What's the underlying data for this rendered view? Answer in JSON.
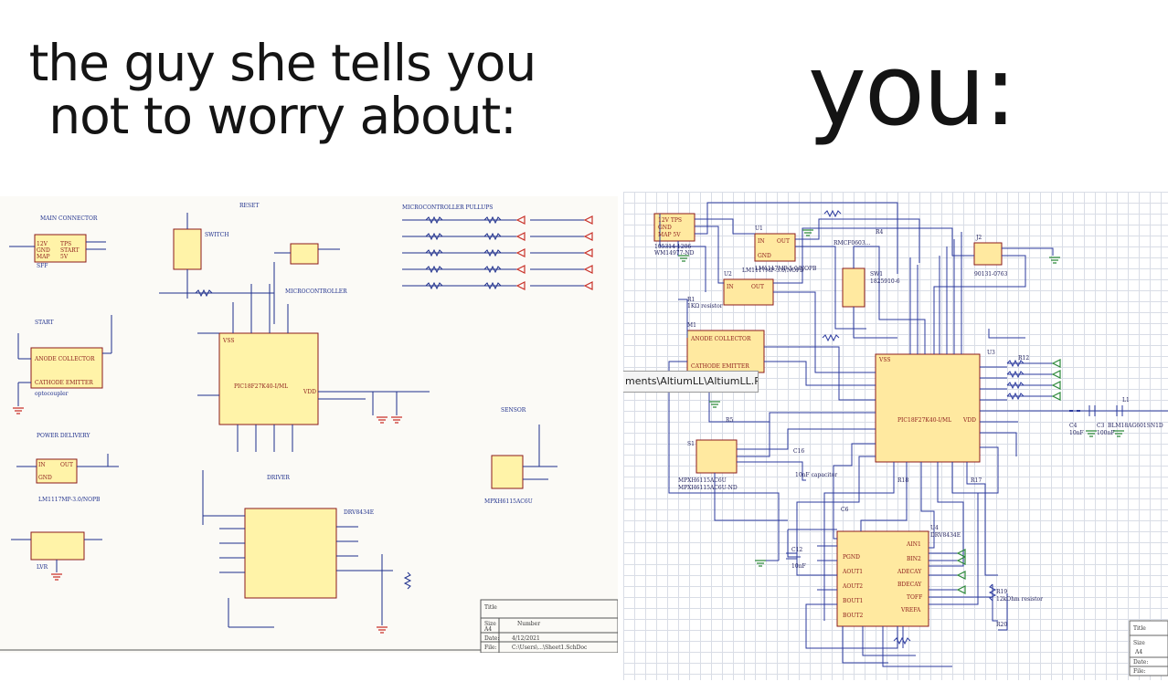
{
  "captions": {
    "left": "the guy she tells you not to worry about:",
    "right": "you:"
  },
  "left_schematic": {
    "labels": {
      "reset": "RESET",
      "mcu_pullups": "MICROCONTROLLER PULLUPS",
      "main_connector": "MAIN CONNECTOR",
      "microcontroller": "MICROCONTROLLER",
      "start": "START",
      "anode_collector": "ANODE  COLLECTOR",
      "cathode_emitter": "CATHODE  EMITTER",
      "optocoupler": "optocoupler",
      "power_delivery": "POWER DELIVERY",
      "regulator_part": "LM1117MP-3.0/NOPB",
      "ldo": "LVR",
      "sensor": "SENSOR",
      "sensor_part": "MPXH6115AC6U",
      "driver": "DRIVER",
      "mcu_part": "PIC18F27K40-I/ML",
      "driver_part": "DRV8434E",
      "switch": "SWITCH",
      "sf": "SFF",
      "conn_12v": "12V",
      "conn_gnd": "GND",
      "conn_map": "MAP",
      "conn_tps": "TPS",
      "conn_start": "START",
      "conn_5v": "5V",
      "vss": "VSS",
      "vdd": "VDD",
      "in": "IN",
      "out": "OUT",
      "gnd": "GND",
      "tb_title": "Title",
      "tb_size": "Size",
      "tb_a4": "A4",
      "tb_number": "Number",
      "tb_date": "Date:",
      "tb_date_val": "4/12/2021",
      "tb_file": "File:",
      "tb_file_val": "C:\\Users\\...\\Sheet1.SchDoc"
    }
  },
  "right_schematic": {
    "labels": {
      "j1_title": "12V TPS",
      "j1_gnd": "GND",
      "j1_map": "MAP  5V",
      "j1_part": "105314-1206",
      "j1_part2": "WM14977-ND",
      "u1": "U1",
      "u2": "U2",
      "in": "IN",
      "out": "OUT",
      "gnd": "GND",
      "u1_part": "LM1117MP-5.0/NOPB",
      "u2_part": "LM1117MP-3.0/NOPB",
      "r4": "R4",
      "r4_part": "RMCF0603...",
      "sw1": "SW1",
      "sw1_part": "1825910-6",
      "j2": "J2",
      "j2_part": "90131-0763",
      "r1": "R1",
      "r1_part": "1KΩ resistor",
      "m1": "M1",
      "anode_collector": "ANODE  COLLECTOR",
      "cathode_emitter": "CATHODE  EMITTER",
      "u3": "U3",
      "vss": "VSS",
      "vdd": "VDD",
      "mcu_part": "PIC18F27K40-I/ML",
      "r5": "R5",
      "s1": "S1",
      "sensor_part": "MPXH6115AC6U",
      "sensor_part2": "MPXH6115AC6U-ND",
      "c16": "C16",
      "c16_desc": "10nF capacitor",
      "l1": "L1",
      "l1_part": "BLM18AG601SN1D",
      "c4": "C4",
      "c4_val": "10nF",
      "c3": "C3",
      "c3_val": "100nF",
      "u4": "U4",
      "drv_part": "DRV8434E",
      "pgnd": "PGND",
      "aout1": "AOUT1",
      "aout2": "AOUT2",
      "bout1": "BOUT1",
      "bout2": "BOUT2",
      "adecay": "ADECAY",
      "bdecay": "BDECAY",
      "toff": "TOFF",
      "vref": "VREFA",
      "ain1": "AIN1",
      "bin2": "BIN2",
      "r19": "R19",
      "r19_desc": "12kOhm resistor",
      "r20": "R20",
      "r12": "R12",
      "r17": "R17",
      "r18": "R18",
      "c12": "C12",
      "c12_val": "10nF",
      "c6": "C6",
      "tb_title": "Title",
      "tb_size": "Size",
      "tb_a4": "A4",
      "tb_date": "Date:",
      "tb_file": "File:"
    },
    "path_tooltip": "ments\\AltiumLL\\AltiumLL.PrjScr"
  },
  "colors": {
    "left_wire": "#1e2f8c",
    "left_part_outline": "#8b1a1a",
    "left_part_fill": "#fff3a8",
    "left_gnd": "#c9322a",
    "right_wire": "#2b3a9e",
    "right_part_outline": "#8b1a1a",
    "right_part_fill": "#ffe9a0",
    "grid": "#d9dde6"
  }
}
